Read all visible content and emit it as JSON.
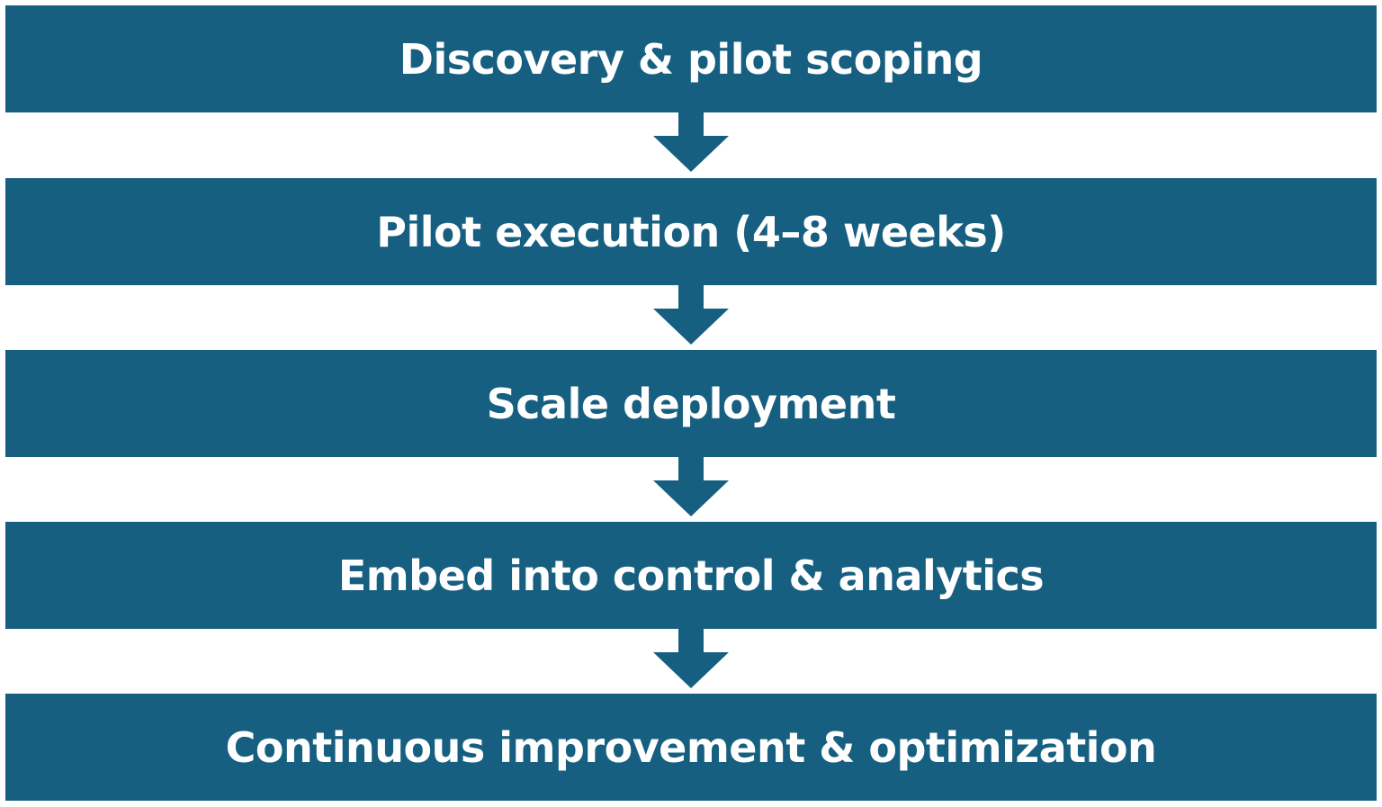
{
  "colors": {
    "box": "#175f80",
    "arrow": "#175f80",
    "text": "#ffffff",
    "background": "#ffffff"
  },
  "steps": [
    {
      "label": "Discovery & pilot scoping"
    },
    {
      "label": "Pilot execution (4–8 weeks)"
    },
    {
      "label": "Scale deployment"
    },
    {
      "label": "Embed into control & analytics"
    },
    {
      "label": "Continuous improvement & optimization"
    }
  ],
  "connectors": [
    {
      "icon": "down-arrow-icon"
    },
    {
      "icon": "down-arrow-icon"
    },
    {
      "icon": "down-arrow-icon"
    },
    {
      "icon": "down-arrow-icon"
    }
  ]
}
